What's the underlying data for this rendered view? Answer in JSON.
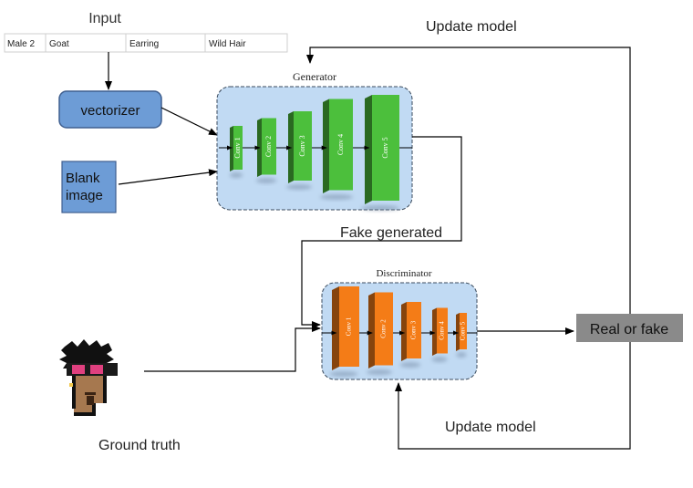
{
  "input": {
    "title": "Input",
    "attributes": [
      "Male 2",
      "Goat",
      "Earring",
      "Wild Hair"
    ]
  },
  "vectorizer": {
    "label": "vectorizer"
  },
  "blank_image": {
    "line1": "Blank",
    "line2": "image"
  },
  "generator": {
    "title": "Generator",
    "layers": [
      "Conv 1",
      "Conv 2",
      "Conv 3",
      "Conv 4",
      "Conv 5"
    ]
  },
  "discriminator": {
    "title": "Discriminator",
    "layers": [
      "Conv 1",
      "Conv 2",
      "Conv 3",
      "Conv 4",
      "Conv 5"
    ]
  },
  "fake_generated": {
    "label": "Fake generated"
  },
  "real_or_fake": {
    "label": "Real or fake"
  },
  "ground_truth": {
    "label": "Ground truth"
  },
  "update_model_top": {
    "label": "Update model"
  },
  "update_model_bottom": {
    "label": "Update model"
  },
  "colors": {
    "vectorizer_fill": "#6d9cd6",
    "blank_fill": "#6d9cd6",
    "network_panel": "#c1daf3",
    "generator_layer": "#4cbf3c",
    "discriminator_layer": "#f47c17",
    "result_fill": "#8a8a8a"
  }
}
